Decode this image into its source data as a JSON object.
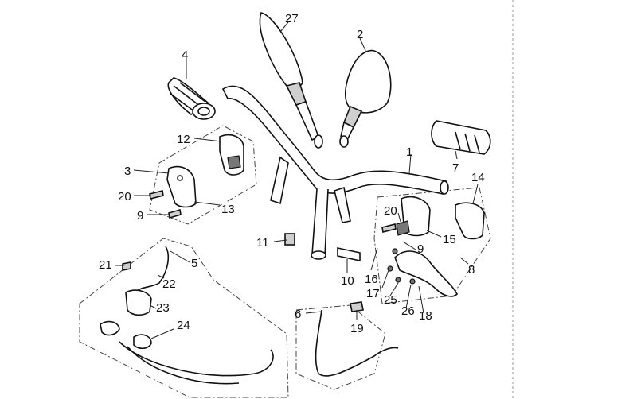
{
  "diagram": {
    "callouts": [
      {
        "id": "c27",
        "label": "27"
      },
      {
        "id": "c2",
        "label": "2"
      },
      {
        "id": "c4",
        "label": "4"
      },
      {
        "id": "c1",
        "label": "1"
      },
      {
        "id": "c12",
        "label": "12"
      },
      {
        "id": "c7",
        "label": "7"
      },
      {
        "id": "c3",
        "label": "3"
      },
      {
        "id": "c14",
        "label": "14"
      },
      {
        "id": "c20a",
        "label": "20"
      },
      {
        "id": "c13",
        "label": "13"
      },
      {
        "id": "c9a",
        "label": "9"
      },
      {
        "id": "c20b",
        "label": "20"
      },
      {
        "id": "c11",
        "label": "11"
      },
      {
        "id": "c15",
        "label": "15"
      },
      {
        "id": "c21",
        "label": "21"
      },
      {
        "id": "c5",
        "label": "5"
      },
      {
        "id": "c9b",
        "label": "9"
      },
      {
        "id": "c8",
        "label": "8"
      },
      {
        "id": "c22",
        "label": "22"
      },
      {
        "id": "c10",
        "label": "10"
      },
      {
        "id": "c16",
        "label": "16"
      },
      {
        "id": "c17",
        "label": "17"
      },
      {
        "id": "c25",
        "label": "25"
      },
      {
        "id": "c23",
        "label": "23"
      },
      {
        "id": "c26",
        "label": "26"
      },
      {
        "id": "c18",
        "label": "18"
      },
      {
        "id": "c6",
        "label": "6"
      },
      {
        "id": "c24",
        "label": "24"
      },
      {
        "id": "c19",
        "label": "19"
      }
    ]
  }
}
